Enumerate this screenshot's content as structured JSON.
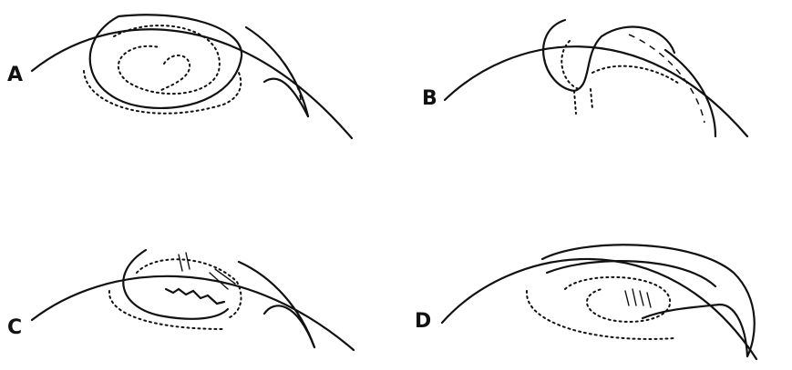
{
  "figure": {
    "panels": [
      {
        "id": "A",
        "label": "A"
      },
      {
        "id": "B",
        "label": "B"
      },
      {
        "id": "C",
        "label": "C"
      },
      {
        "id": "D",
        "label": "D"
      }
    ]
  },
  "colors": {
    "ink": "#111111",
    "background": "#ffffff"
  }
}
